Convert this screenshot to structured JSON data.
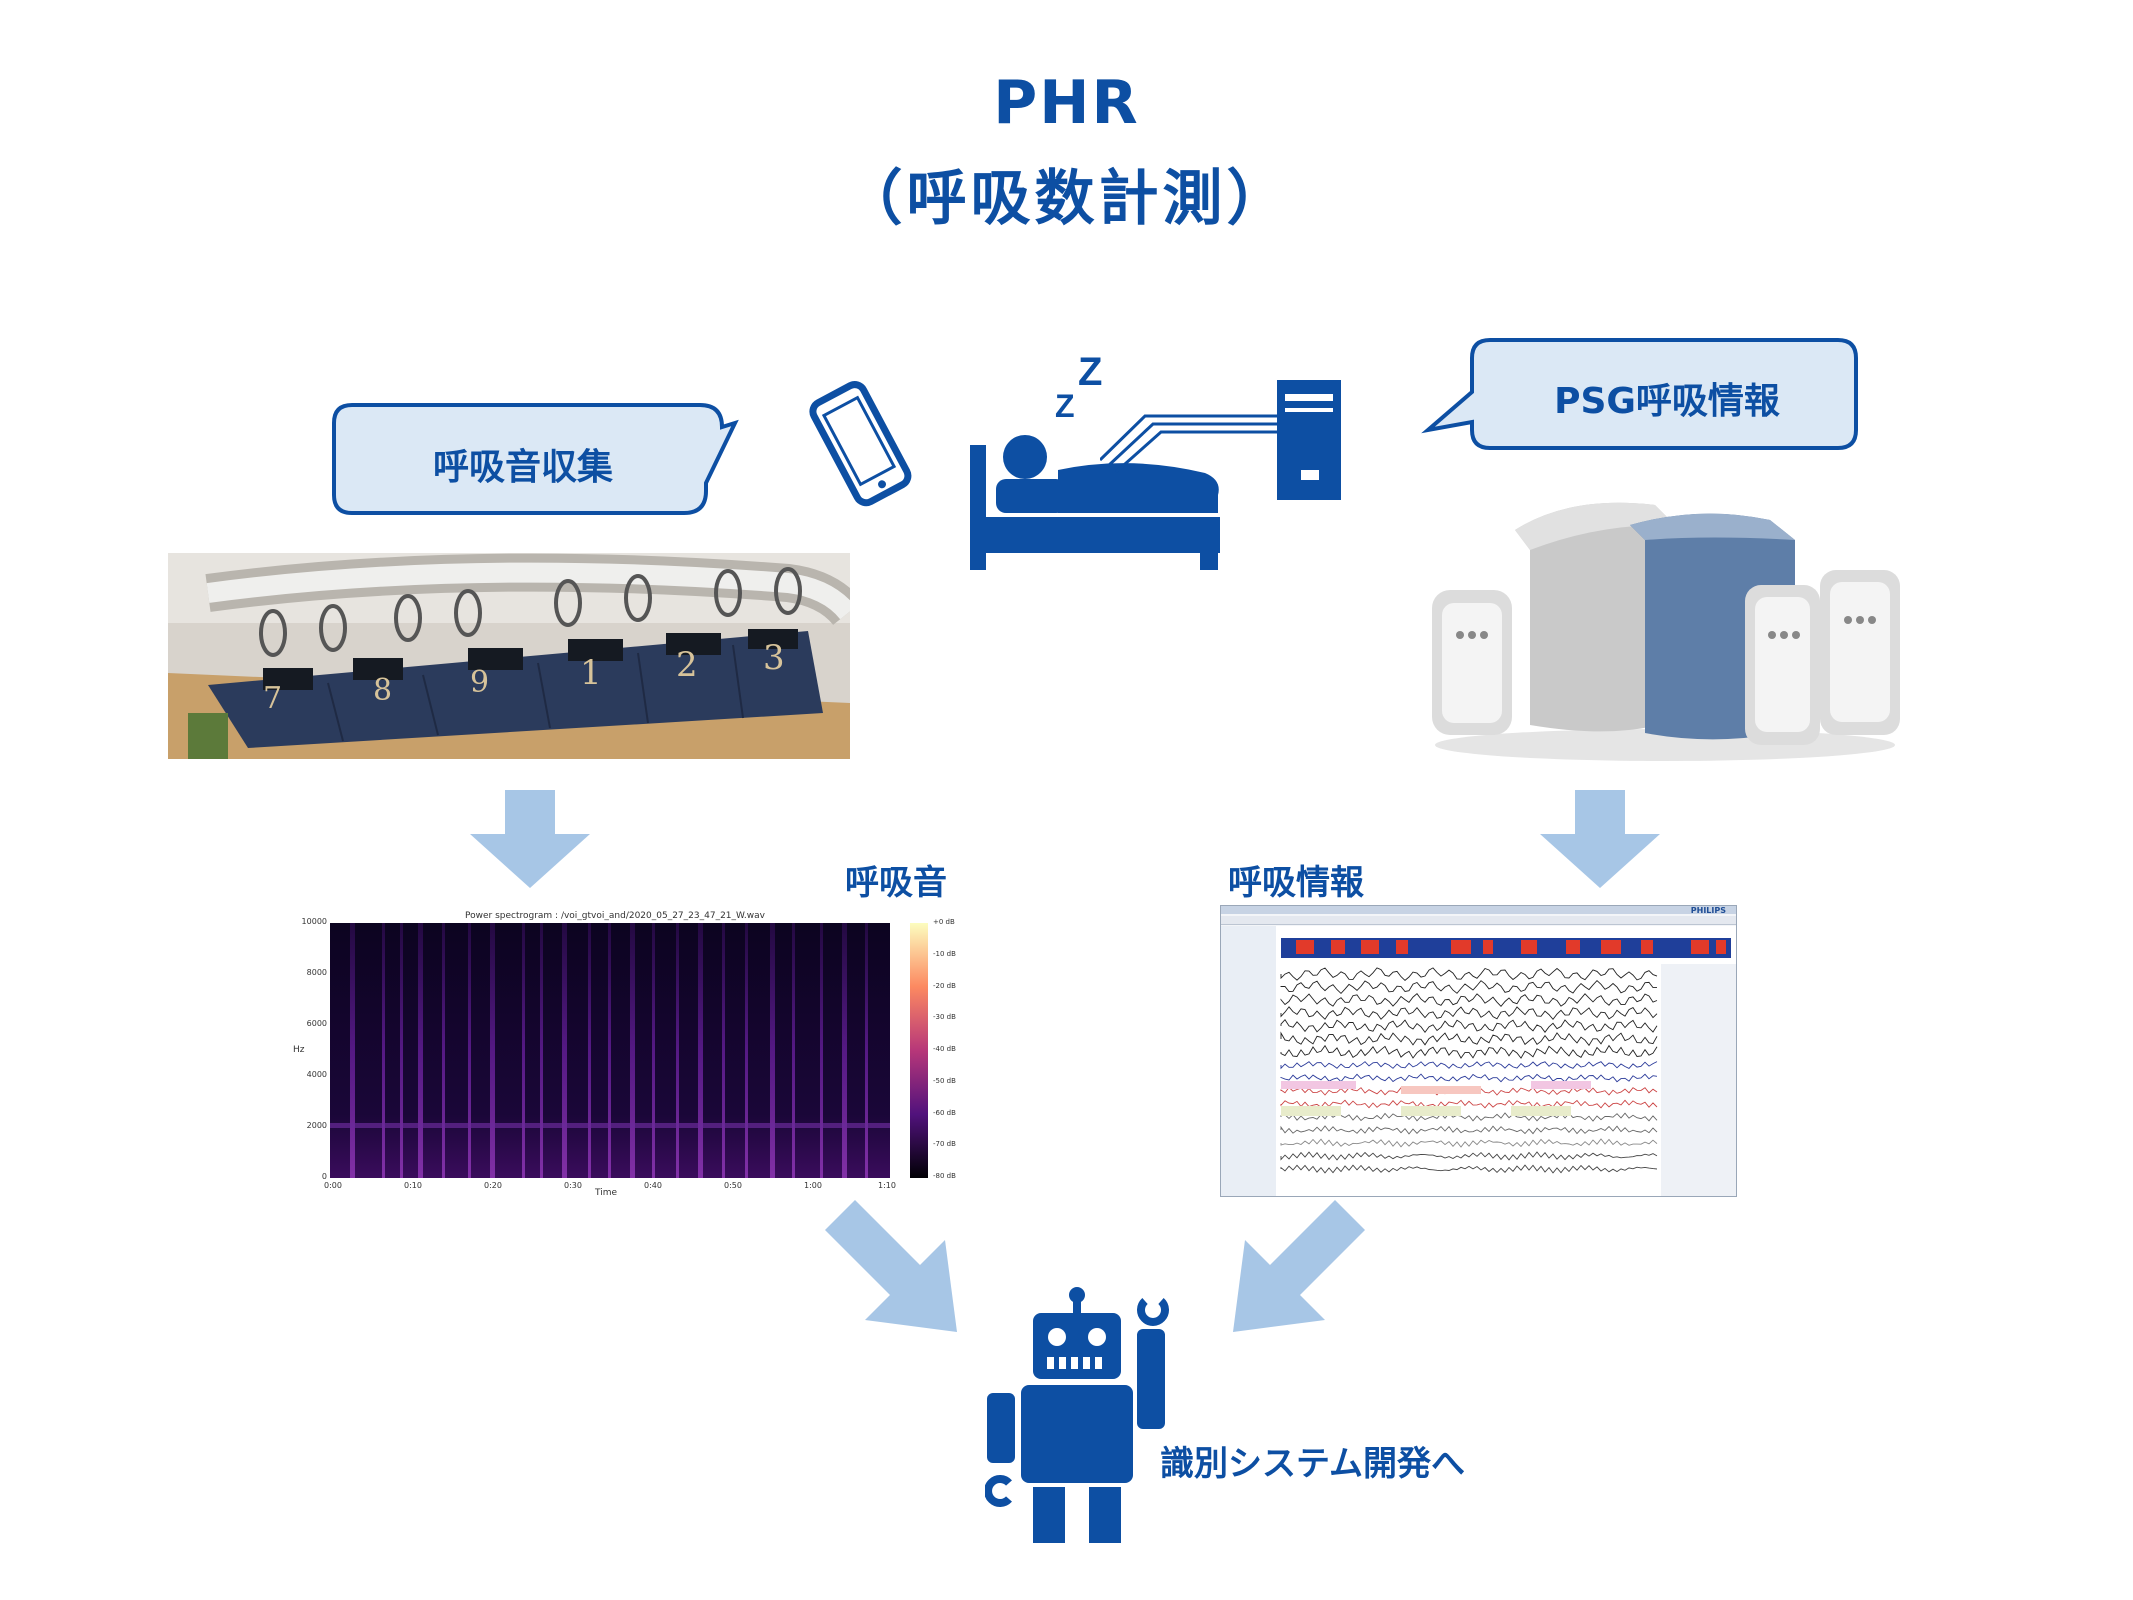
{
  "title": {
    "line1": "PHR",
    "line2": "（呼吸数計測）"
  },
  "bubbles": {
    "left": "呼吸音収集",
    "right": "PSG呼吸情報"
  },
  "labels": {
    "breath_sound": "呼吸音",
    "breath_info": "呼吸情報",
    "goal": "識別システム開発へ"
  },
  "pocket_numbers": [
    "7",
    "8",
    "9",
    "1",
    "2",
    "3"
  ],
  "spectrogram": {
    "title": "Power spectrogram : /voi_gtvoi_and/2020_05_27_23_47_21_W.wav",
    "xlabel": "Time",
    "ylabel": "Hz",
    "yticks": [
      "10000",
      "8000",
      "6000",
      "4000",
      "2000",
      "0"
    ],
    "xticks": [
      "0:00",
      "0:10",
      "0:20",
      "0:30",
      "0:40",
      "0:50",
      "1:00",
      "1:10"
    ],
    "colorbar_ticks": [
      "+0 dB",
      "-10 dB",
      "-20 dB",
      "-30 dB",
      "-40 dB",
      "-50 dB",
      "-60 dB",
      "-70 dB",
      "-80 dB"
    ]
  },
  "psg_software": {
    "brand": "PHILIPS"
  },
  "colors": {
    "primary": "#0d4fa3",
    "bubble_fill": "#dbe8f5",
    "arrow": "#a7c6e6"
  }
}
